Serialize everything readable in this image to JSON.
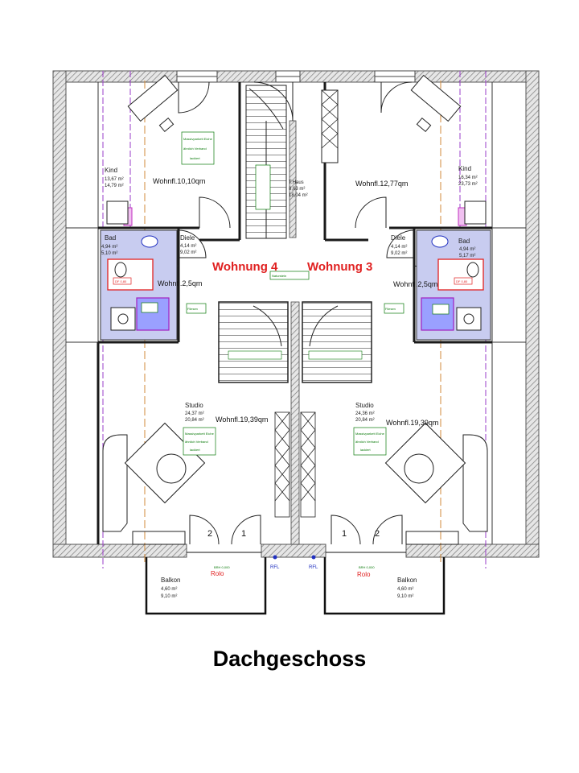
{
  "title": "Dachgeschoss",
  "units": {
    "left": "Wohnung 4",
    "right": "Wohnung 3"
  },
  "rooms": {
    "kind_left": {
      "name": "Kind",
      "a1": "13,67 m²",
      "a2": "14,79 m²"
    },
    "kind_right": {
      "name": "Kind",
      "a1": "16,34 m²",
      "a2": "23,73 m²"
    },
    "bad_left": {
      "name": "Bad",
      "a1": "4,94 m²",
      "a2": "5,10 m²"
    },
    "bad_right": {
      "name": "Bad",
      "a1": "4,94 m²",
      "a2": "5,17 m²"
    },
    "diele_left": {
      "name": "Diele",
      "a1": "4,14 m²",
      "a2": "9,02 m²"
    },
    "diele_right": {
      "name": "Diele",
      "a1": "4,14 m²",
      "a2": "9,02 m²"
    },
    "treppe": {
      "name": "T.Haus",
      "a1": "8,63 m²",
      "a2": "18,04 m²"
    },
    "studio_left": {
      "name": "Studio",
      "a1": "24,37 m²",
      "a2": "20,84 m²"
    },
    "studio_right": {
      "name": "Studio",
      "a1": "24,36 m²",
      "a2": "20,84 m²"
    },
    "balkon_left": {
      "name": "Balkon",
      "a1": "4,60 m²",
      "a2": "9,10 m²"
    },
    "balkon_right": {
      "name": "Balkon",
      "a1": "4,60 m²",
      "a2": "9,10 m²"
    }
  },
  "wohnflaeche": {
    "top_left": "Wohnfl.10,10qm",
    "top_right": "Wohnfl.12,77qm",
    "bad_left": "Wohnfl.2,5qm",
    "bad_right": "Wohnfl.2,5qm",
    "studio_left": "Wohnfl.19,39qm",
    "studio_right": "Wohnfl.19,39qm"
  },
  "notes": {
    "rolo": "Rolo",
    "brh": "BRH 0,000",
    "rfl": "RFL",
    "fliesen": "Fliesen",
    "naturstein": "Naturstein",
    "green_note_lines": [
      "Massivparkett Eiche",
      "ähnlich Verband",
      "lackiert"
    ],
    "bath_note": "DF 0,80",
    "door_1": "1",
    "door_2": "2"
  },
  "colors": {
    "wall_hatch": "#888888",
    "partition": "#1a1a1a",
    "unit_label": "#e02020",
    "green_label": "#0a7a0a",
    "purple_line": "#9a3cc8",
    "orange_line": "#d08a3a",
    "bath_fill": "#c8ccf0",
    "blue_marker": "#2030c0"
  }
}
